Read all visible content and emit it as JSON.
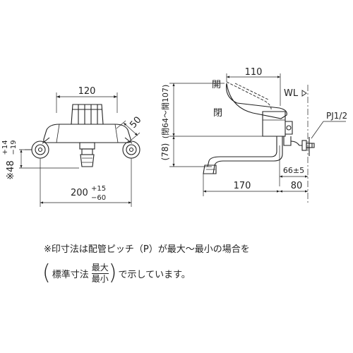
{
  "front_view": {
    "dim_top": "120",
    "dim_angle": "50",
    "dim_bottom_main": "200",
    "dim_bottom_plus": "+15",
    "dim_bottom_minus": "−60",
    "dim_left_main": "※48",
    "dim_left_plus": "+14",
    "dim_left_minus": "−19"
  },
  "side_view": {
    "dim_top": "110",
    "label_open": "開",
    "label_closed": "閉",
    "dim_vertical_range": "(閉64～開107)",
    "dim_height": "(78)",
    "label_wl": "WL",
    "label_pj": "PJ1/2",
    "dim_offset": "66±5",
    "dim_spout": "170",
    "dim_wall": "80"
  },
  "note": {
    "line1": "※印寸法は配管ピッチ（P）が最大～最小の場合を",
    "line2_prefix": "標準寸法",
    "line2_max": "最大",
    "line2_min": "最小",
    "line2_suffix": "で示しています。"
  },
  "colors": {
    "line": "#222222",
    "background": "#ffffff"
  }
}
